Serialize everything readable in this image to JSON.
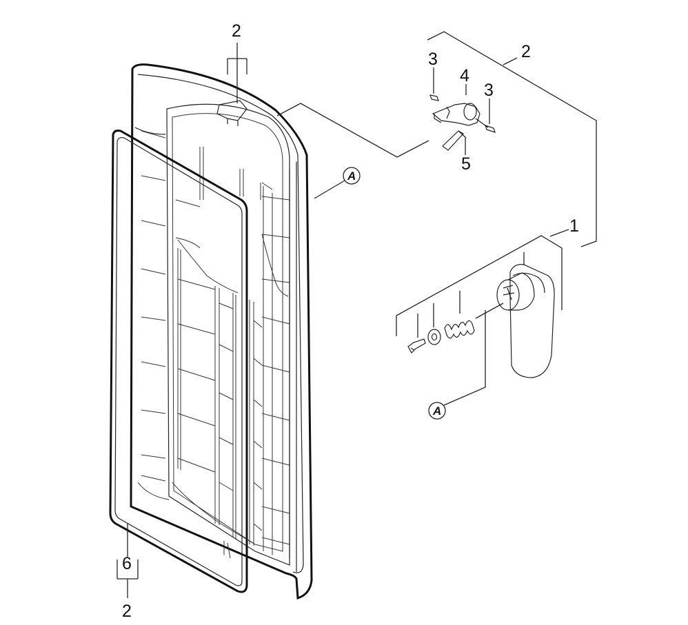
{
  "labels": {
    "door_top": "2",
    "kit_top": "2",
    "pin_left": "3",
    "hinge": "4",
    "pin_right": "3",
    "spring_clip": "5",
    "handle_assembly": "1",
    "gasket": "6",
    "gasket_group": "2"
  },
  "callouts": {
    "door_ref": "A",
    "handle_ref": "A"
  }
}
